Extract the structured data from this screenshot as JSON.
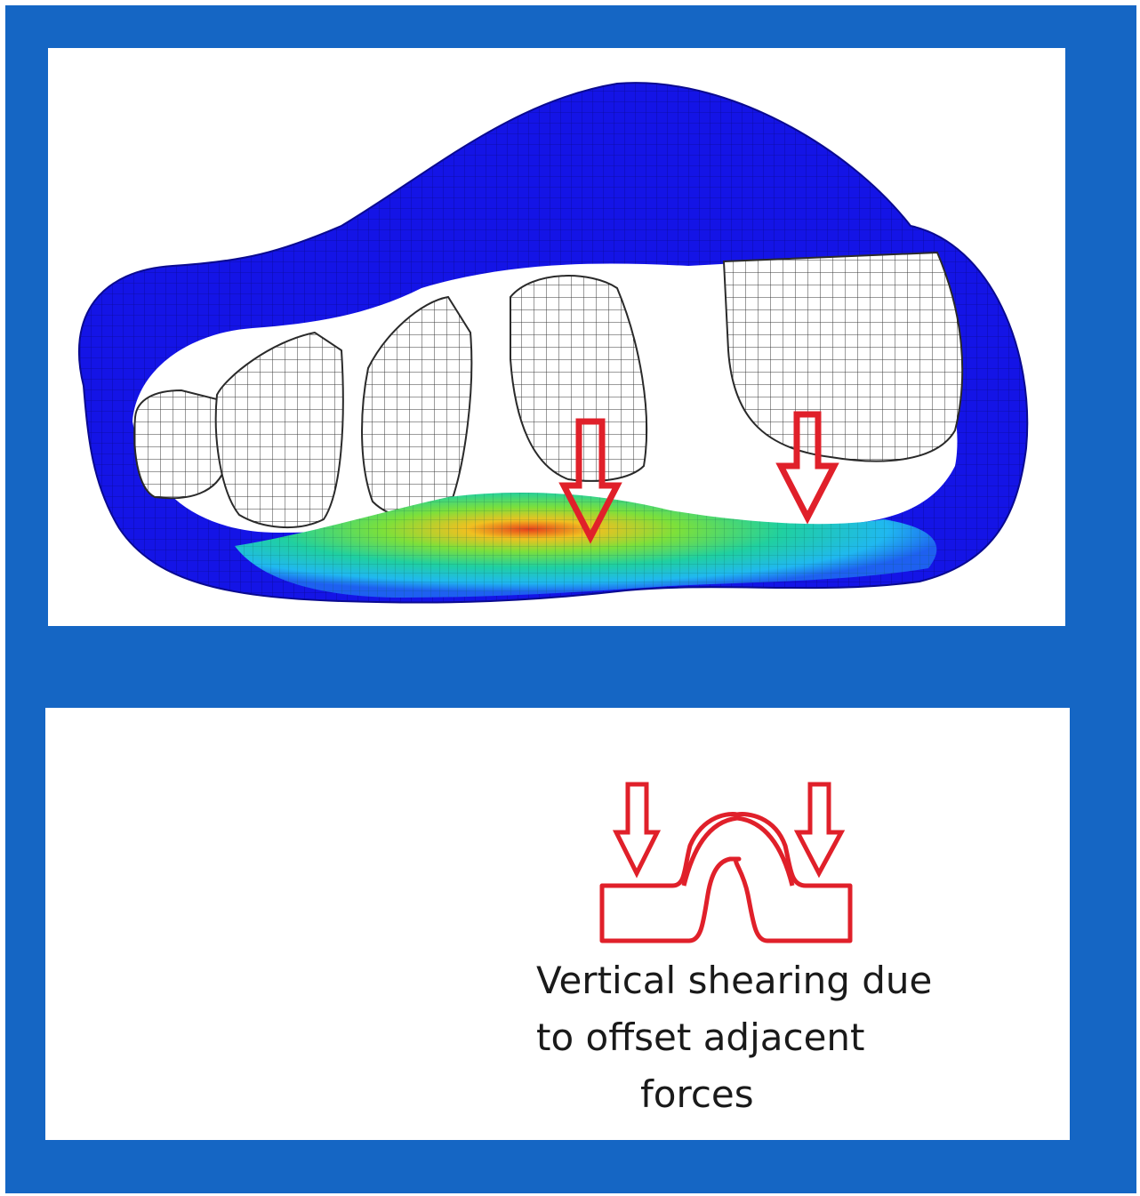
{
  "colors": {
    "frame": "#1566c4",
    "panel": "#ffffff",
    "arrow": "#e0202a",
    "mesh_blue": "#1414e6",
    "caption_text": "#1a1a1a"
  },
  "bottom_panel": {
    "caption_lines": [
      "Vertical shearing due",
      "to offset adjacent",
      "forces"
    ]
  }
}
